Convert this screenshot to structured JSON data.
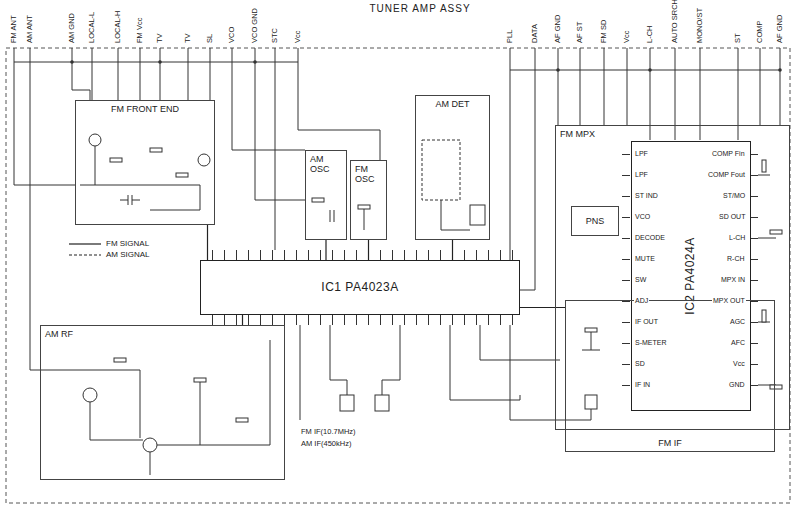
{
  "diagram": {
    "title": "TUNER AMP ASSY",
    "nodes": [
      {
        "text": [
          "FM FRONT END"
        ]
      },
      {
        "text": [
          "AM OSC"
        ]
      },
      {
        "text": [
          "FM OSC"
        ]
      },
      {
        "text": [
          "AM DET"
        ]
      },
      {
        "text": [
          "FM MPX"
        ]
      },
      {
        "text": [
          "PNS"
        ],
        "in": 4
      },
      {
        "text": [
          "IC2 PA4024A"
        ],
        "in": 4
      },
      {
        "text": [
          "IC1 PA4023A"
        ]
      },
      {
        "text": [
          "AM RF"
        ]
      },
      {
        "text": [
          "FM IF"
        ]
      }
    ],
    "edges": [
      {
        "from": 0,
        "to": 7,
        "arrow": "none"
      },
      {
        "from": 1,
        "to": 7,
        "arrow": "none"
      },
      {
        "from": 2,
        "to": 7,
        "arrow": "none"
      },
      {
        "from": 3,
        "to": 7,
        "arrow": "none"
      },
      {
        "from": 8,
        "to": 7,
        "arrow": "none"
      },
      {
        "from": 7,
        "to": 9,
        "arrow": "none"
      }
    ],
    "labels": [
      "FM ANT",
      "AM ANT",
      "AM GND",
      "LOCAL-L",
      "LOCAL-H",
      "FM Vcc",
      "TV",
      "TV",
      "SL",
      "VCO",
      "VCO GND",
      "STC",
      "Vcc",
      "PLL",
      "DATA",
      "AF GND",
      "AF ST",
      "FM SD",
      "Vcc",
      "L-CH",
      "AUTO SRCH",
      "MONO/ST",
      "ST",
      "COMP",
      "AF GND",
      "LPF",
      "LPF",
      "ST IND",
      "VCO",
      "DECODE",
      "MUTE",
      "SW",
      "ADJ",
      "IF OUT",
      "S-METER",
      "SD",
      "IF IN",
      "COMP Fin",
      "COMP Fout",
      "ST/MO",
      "SD OUT",
      "L-CH",
      "R-CH",
      "MPX IN",
      "MPX OUT",
      "AGC",
      "AFC",
      "Vcc",
      "GND",
      "FM IF(10.7MHz)",
      "AM IF(450kHz)"
    ],
    "legend": [
      {
        "text": "FM SIGNAL"
      },
      {
        "text": "AM SIGNAL"
      }
    ]
  }
}
